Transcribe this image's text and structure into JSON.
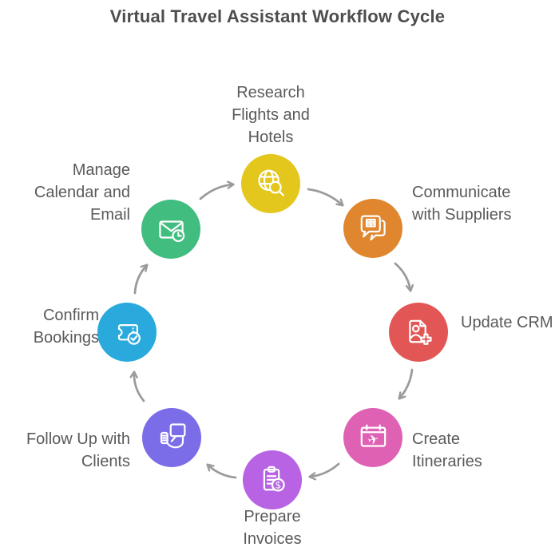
{
  "title": "Virtual Travel Assistant Workflow Cycle",
  "colors": {
    "background": "#ffffff",
    "title_text": "#4d4d4f",
    "label_text": "#5a5a5c",
    "arrow": "#9b9b9b",
    "icon_stroke": "#ffffff"
  },
  "nodes": [
    {
      "id": "research-flights-hotels",
      "label": "Research\nFlights and\nHotels",
      "color": "#e4c71d",
      "icon": "globe-search-icon"
    },
    {
      "id": "communicate-suppliers",
      "label": "Communicate\nwith Suppliers",
      "color": "#df862e",
      "icon": "chat-bubbles-icon"
    },
    {
      "id": "update-crm",
      "label": "Update CRM",
      "color": "#e25755",
      "icon": "contact-add-icon"
    },
    {
      "id": "create-itineraries",
      "label": "Create\nItineraries",
      "color": "#df61b3",
      "icon": "calendar-plane-icon"
    },
    {
      "id": "prepare-invoices",
      "label": "Prepare\nInvoices",
      "color": "#b763e4",
      "icon": "invoice-dollar-icon"
    },
    {
      "id": "follow-up-clients",
      "label": "Follow Up with\nClients",
      "color": "#7b6ce8",
      "icon": "hand-chat-icon"
    },
    {
      "id": "confirm-bookings",
      "label": "Confirm\nBookings",
      "color": "#29a9dc",
      "icon": "ticket-check-icon"
    },
    {
      "id": "manage-calendar-email",
      "label": "Manage\nCalendar and\nEmail",
      "color": "#41bd80",
      "icon": "mail-clock-icon"
    }
  ],
  "flow": [
    "manage-calendar-email → research-flights-hotels",
    "research-flights-hotels → communicate-suppliers",
    "communicate-suppliers → update-crm",
    "update-crm → create-itineraries",
    "create-itineraries → prepare-invoices",
    "prepare-invoices → follow-up-clients",
    "follow-up-clients → confirm-bookings",
    "confirm-bookings → manage-calendar-email"
  ]
}
